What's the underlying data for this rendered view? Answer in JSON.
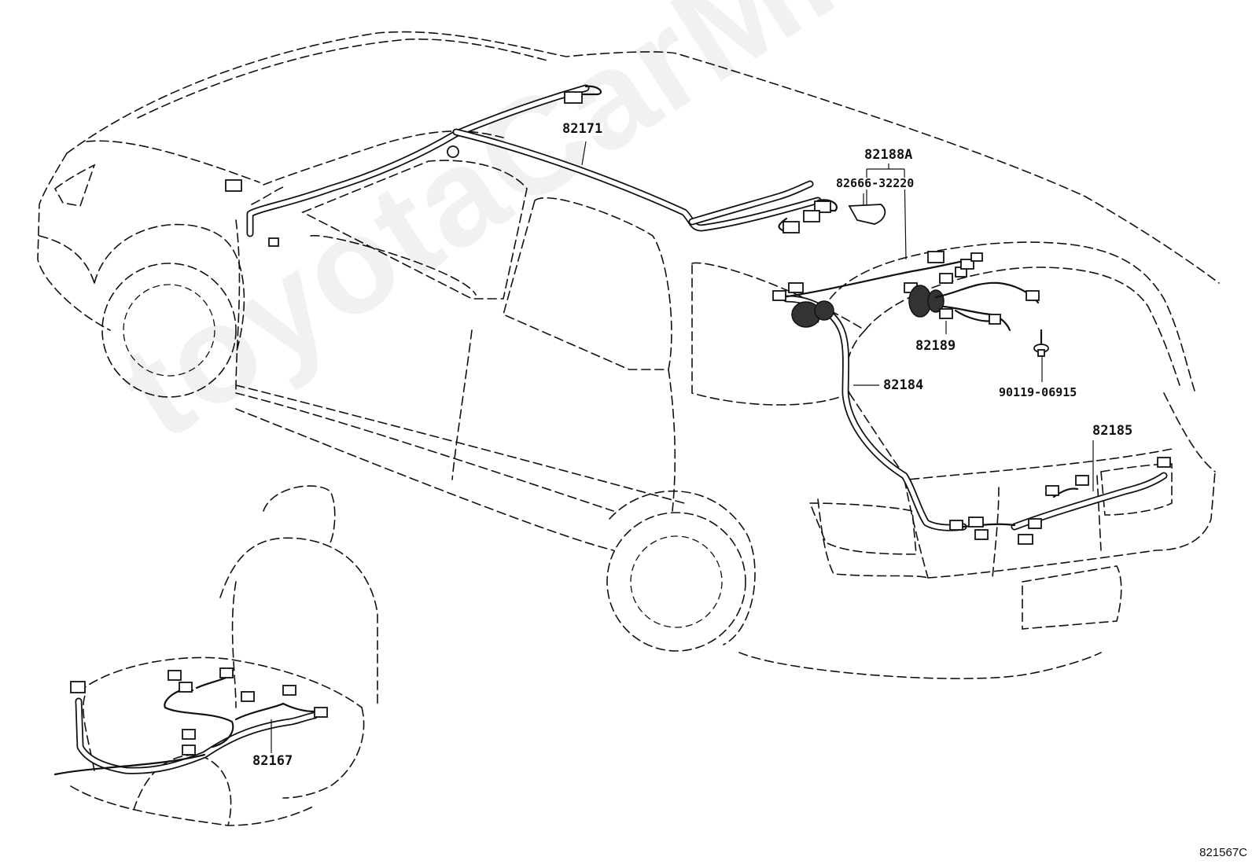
{
  "watermark": "toyotaCarMine.ru",
  "figure_id": "821567C",
  "callouts": {
    "p82171": "82171",
    "p82188A": "82188A",
    "p82666": "82666-32220",
    "p82189": "82189",
    "p82184": "82184",
    "p90119": "90119-06915",
    "p82185": "82185",
    "p82167": "82167"
  }
}
